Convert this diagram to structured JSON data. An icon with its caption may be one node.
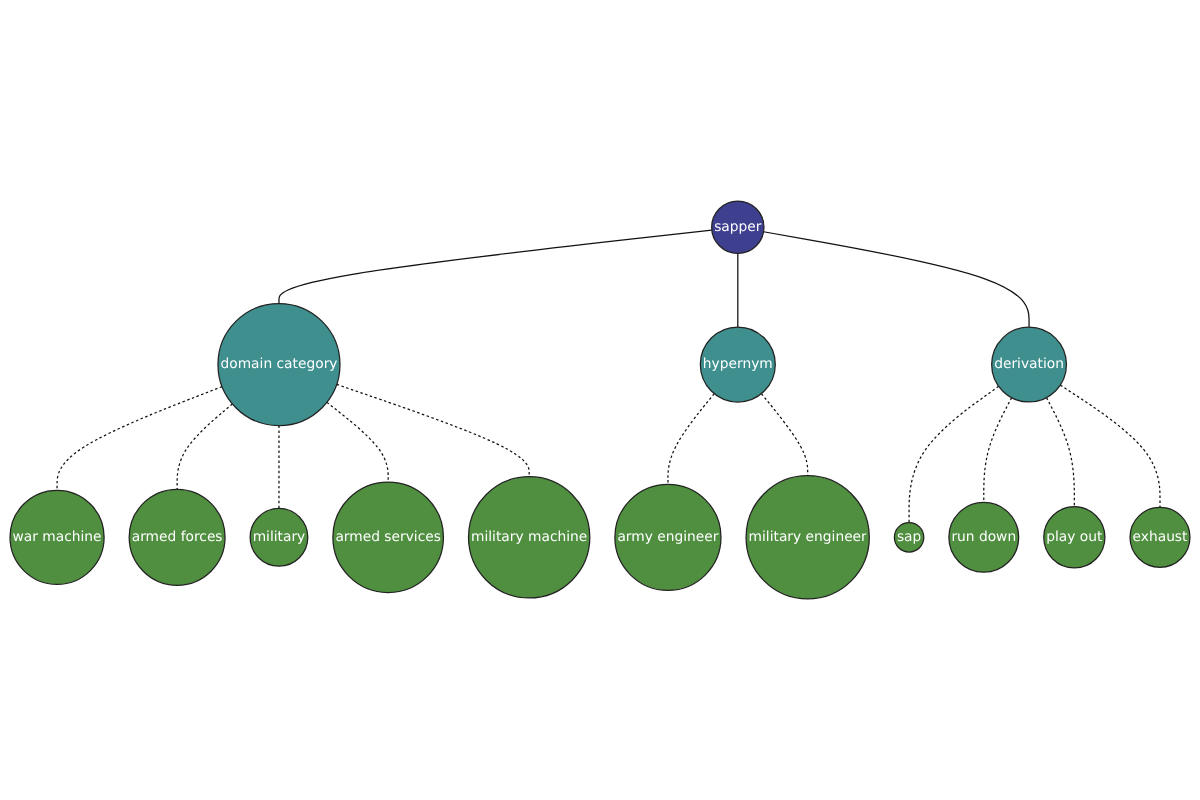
{
  "diagram": {
    "nodes": [
      {
        "text": [
          "war machine"
        ]
      },
      {
        "text": [
          "armed forces"
        ]
      },
      {
        "text": [
          "military"
        ]
      },
      {
        "text": [
          "armed services"
        ]
      },
      {
        "text": [
          "domain category"
        ]
      },
      {
        "text": [
          "military machine"
        ]
      },
      {
        "text": [
          "sapper"
        ]
      },
      {
        "text": [
          "hypernym"
        ]
      },
      {
        "text": [
          "army engineer"
        ]
      },
      {
        "text": [
          "sap"
        ]
      },
      {
        "text": [
          "derivation"
        ]
      },
      {
        "text": [
          "military engineer"
        ]
      },
      {
        "text": [
          "run down"
        ]
      },
      {
        "text": [
          "play out"
        ]
      },
      {
        "text": [
          "exhaust"
        ]
      }
    ],
    "edges": [
      {
        "from": 4,
        "to": 0,
        "arrow": "none",
        "style": "dashed"
      },
      {
        "from": 4,
        "to": 1,
        "arrow": "none",
        "style": "dashed"
      },
      {
        "from": 4,
        "to": 2,
        "arrow": "none",
        "style": "dashed"
      },
      {
        "from": 4,
        "to": 3,
        "arrow": "none",
        "style": "dashed"
      },
      {
        "from": 4,
        "to": 5,
        "arrow": "none",
        "style": "dashed"
      },
      {
        "from": 6,
        "to": 4,
        "arrow": "none"
      },
      {
        "from": 6,
        "to": 7,
        "arrow": "none"
      },
      {
        "from": 6,
        "to": 10,
        "arrow": "none"
      },
      {
        "from": 7,
        "to": 8,
        "arrow": "none",
        "style": "dashed"
      },
      {
        "from": 7,
        "to": 11,
        "arrow": "none",
        "style": "dashed"
      },
      {
        "from": 10,
        "to": 9,
        "arrow": "none",
        "style": "dashed"
      },
      {
        "from": 10,
        "to": 12,
        "arrow": "none",
        "style": "dashed"
      },
      {
        "from": 10,
        "to": 13,
        "arrow": "none",
        "style": "dashed"
      },
      {
        "from": 10,
        "to": 14,
        "arrow": "none",
        "style": "dashed"
      }
    ]
  }
}
